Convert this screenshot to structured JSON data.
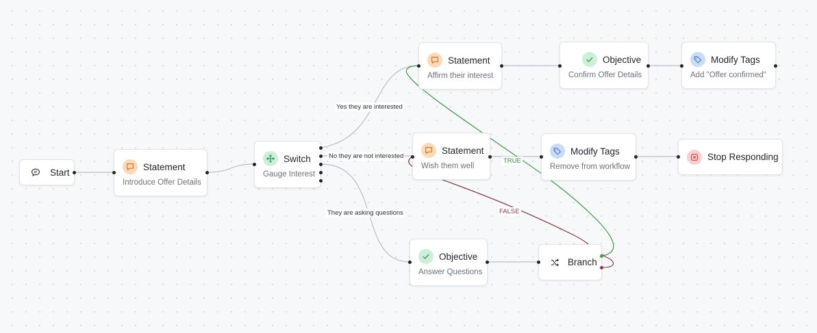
{
  "nodes": {
    "start": {
      "title": "Start",
      "icon": "chat-bubble-icon"
    },
    "statement_intro": {
      "title": "Statement",
      "subtitle": "Introduce Offer Details",
      "icon": "message-square-icon"
    },
    "switch": {
      "title": "Switch",
      "subtitle": "Gauge Interest",
      "icon": "switch-arrows-icon"
    },
    "statement_affirm": {
      "title": "Statement",
      "subtitle": "Affirm their interest",
      "icon": "message-square-icon"
    },
    "objective_confirm": {
      "title": "Objective",
      "subtitle": "Confirm Offer Details",
      "icon": "check-icon"
    },
    "modify_tags_add": {
      "title": "Modify Tags",
      "subtitle": "Add \"Offer confirmed\"",
      "icon": "tag-icon"
    },
    "statement_wish": {
      "title": "Statement",
      "subtitle": "Wish them well",
      "icon": "message-square-icon"
    },
    "modify_tags_remove": {
      "title": "Modify Tags",
      "subtitle": "Remove from workflow",
      "icon": "tag-icon"
    },
    "stop_responding": {
      "title": "Stop Responding",
      "icon": "x-square-icon"
    },
    "objective_questions": {
      "title": "Objective",
      "subtitle": "Answer Questions",
      "icon": "check-icon"
    },
    "branch": {
      "title": "Branch",
      "icon": "shuffle-icon"
    }
  },
  "edge_labels": {
    "yes_interested": "Yes they are interested",
    "not_interested": "No they are not interested",
    "asking_questions": "They are asking questions",
    "true_label": "TRUE",
    "false_label": "FALSE"
  },
  "colors": {
    "edge_default": "#b9bec6",
    "edge_true": "#3f9a45",
    "edge_false": "#8b3a46",
    "orange_badge": "#fcd9b8",
    "green_badge": "#cdeed9",
    "blue_badge": "#c9dbf7",
    "red_badge": "#f8d0d0"
  }
}
